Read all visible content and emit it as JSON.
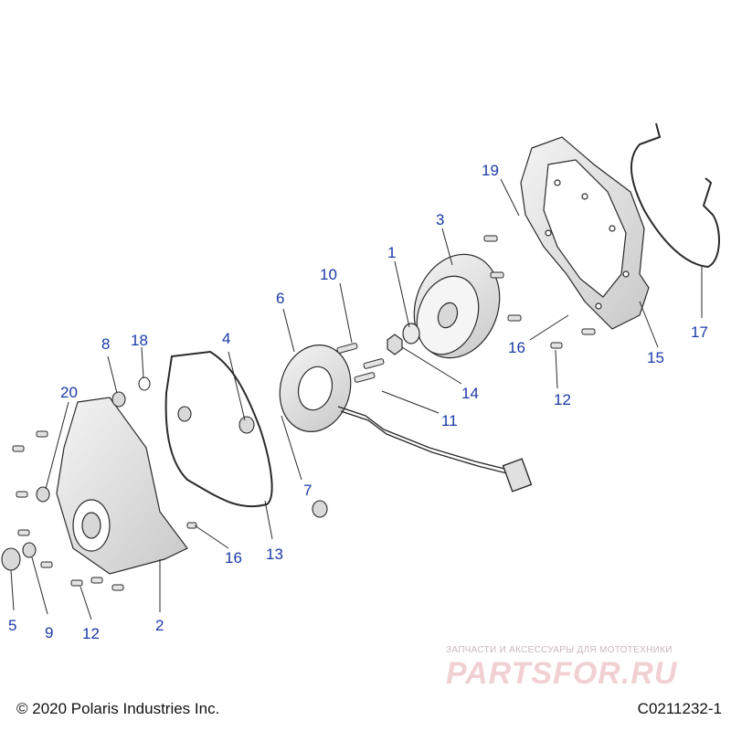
{
  "callouts": {
    "c1": "1",
    "c2": "2",
    "c3": "3",
    "c4": "4",
    "c5": "5",
    "c6": "6",
    "c7": "7",
    "c8": "8",
    "c9": "9",
    "c10": "10",
    "c11": "11",
    "c12a": "12",
    "c12b": "12",
    "c13": "13",
    "c14": "14",
    "c15": "15",
    "c16a": "16",
    "c16b": "16",
    "c17": "17",
    "c18": "18",
    "c19": "19",
    "c20": "20"
  },
  "footer": {
    "copyright": "© 2020 Polaris Industries Inc.",
    "drawing_id": "C0211232-1"
  },
  "watermark": {
    "tagline": "ЗАПЧАСТИ И АКСЕССУАРЫ ДЛЯ МОТОТЕХНИКИ",
    "logo": "PARTSFOR.RU"
  },
  "colors": {
    "callout": "#1a3aa8",
    "part_fill": "#e6e6e6",
    "part_stroke": "#2a2a2a"
  }
}
